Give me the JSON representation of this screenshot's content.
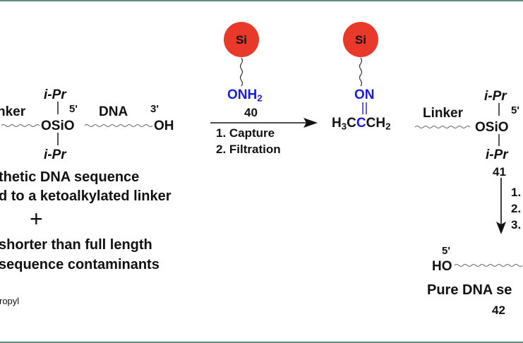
{
  "left_molecule": {
    "top_substituent": "i-Pr",
    "bottom_substituent": "i-Pr",
    "linker_label": "nker",
    "five_prime": "5'",
    "silyl_ether": "OSiO",
    "dna_label": "DNA",
    "three_prime": "3'",
    "oh_end": "OH"
  },
  "left_caption": {
    "line1": "thetic DNA sequence",
    "line2": "d to a ketoalkylated linker",
    "plus": "+",
    "line3": "shorter than full length",
    "line4": "sequence contaminants"
  },
  "footnote": "ropyl",
  "reagent": {
    "bead_label": "Si",
    "group_o": "ONH",
    "group_sub": "2",
    "compound_number": "40",
    "step1": "1. Capture",
    "step2": "2. Filtration"
  },
  "product": {
    "bead_label": "Si",
    "oxime": "ON",
    "double_bond": "=",
    "h3c": "H",
    "h3c_sub": "3",
    "c_left": "C",
    "c_center": "C",
    "ch2": "CH",
    "ch2_sub": "2",
    "linker_label": "Linker",
    "top_substituent": "i-Pr",
    "bottom_substituent": "i-Pr",
    "five_prime": "5'",
    "silyl_ether": "OSiO",
    "compound_number": "41"
  },
  "downstream": {
    "steps": [
      "1.",
      "2.",
      "3."
    ],
    "five_prime": "5'",
    "ho_end": "HO",
    "caption": "Pure DNA se",
    "compound_number": "42"
  },
  "colors": {
    "bead": "#e8392b",
    "heteroatom": "#1a1ae6",
    "border": "#5b8f7b"
  }
}
